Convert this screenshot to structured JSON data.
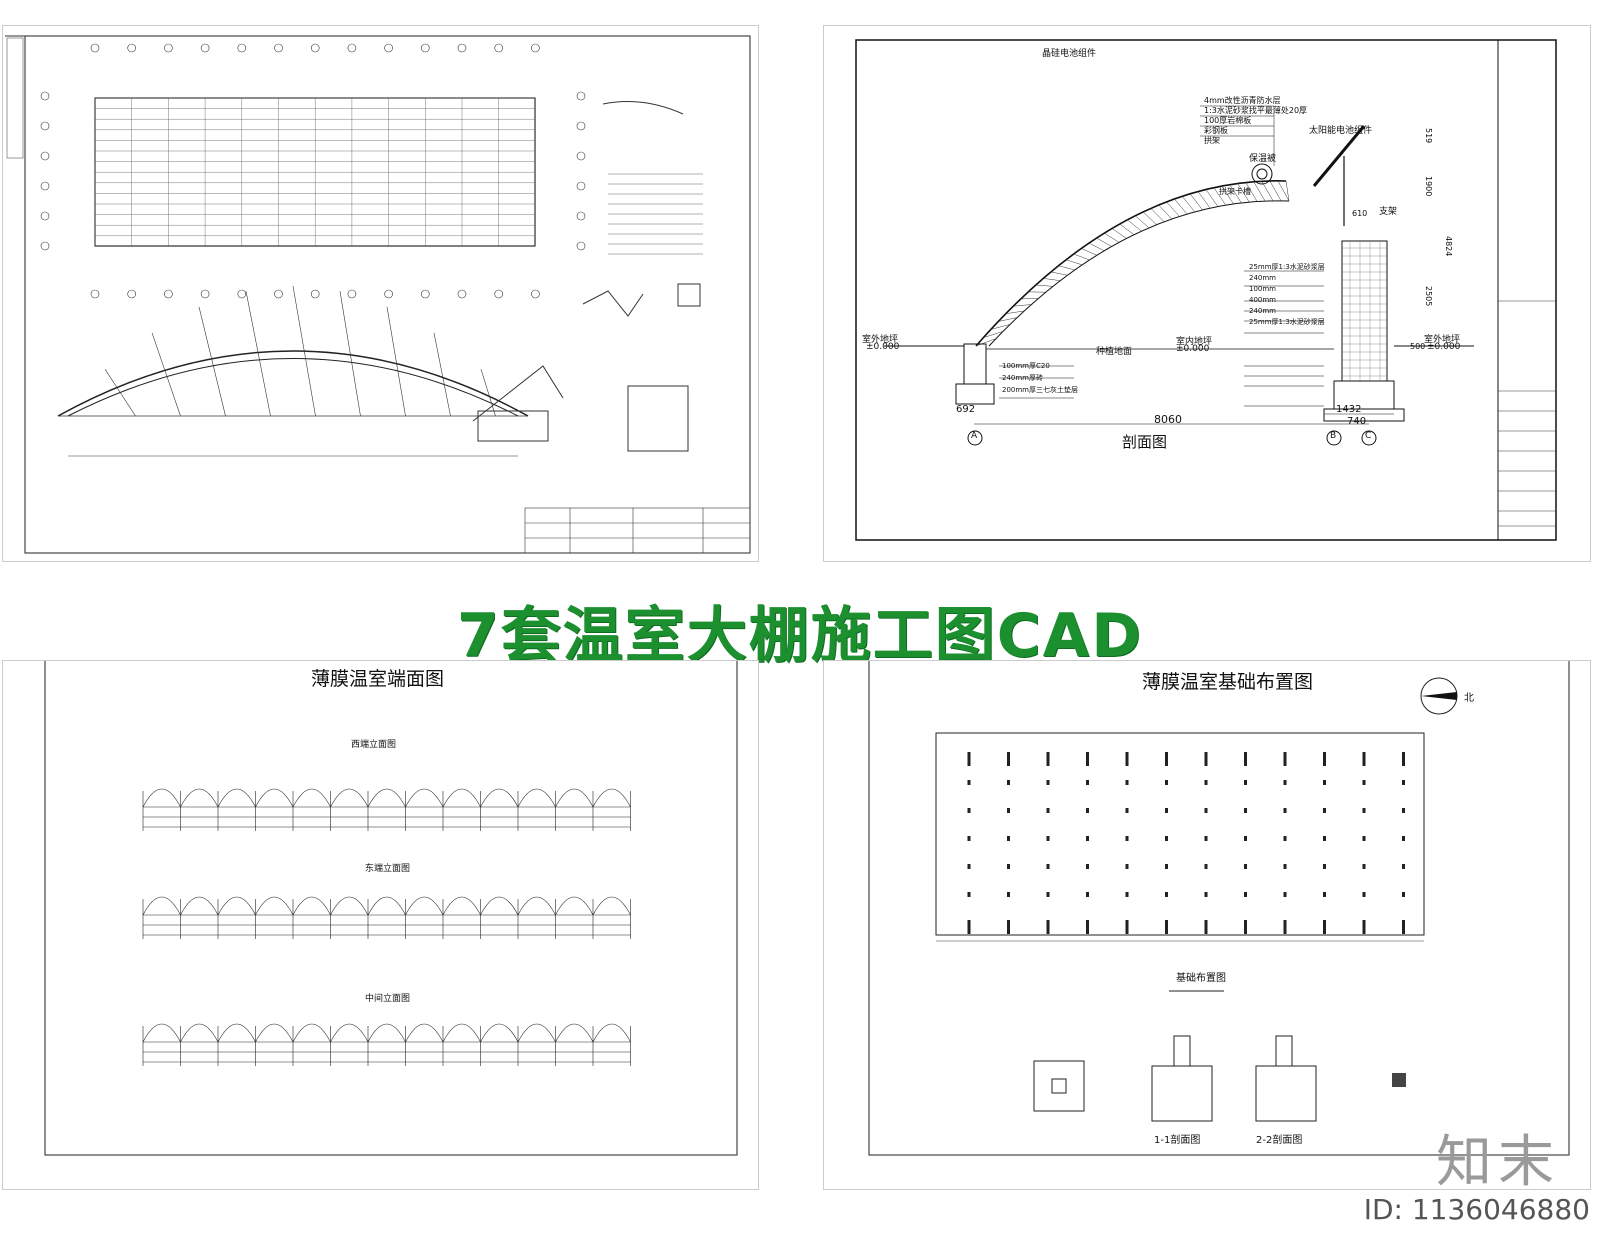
{
  "headline": "7套温室大棚施工图CAD",
  "panel_top_right": {
    "title": "剖面图",
    "top_label": "晶硅电池组件",
    "layers": [
      "4mm改性沥青防水层",
      "1:3水泥砂浆找平最薄处20厚",
      "100厚岩棉板",
      "彩钢板",
      "拱架"
    ],
    "labels": {
      "insulation_quilt": "保温被",
      "solar": "太阳能电池组件",
      "support": "支架",
      "film_roll": "拱架卡槽",
      "outdoor_left": "室外地坪",
      "outdoor_right": "室外地坪",
      "indoor": "室内地坪",
      "planting": "种植地面",
      "zero_left": "±0.000",
      "zero_right": "±0.000",
      "zero_mid": "±0.000"
    },
    "dims": {
      "span": "8060",
      "left_base": "692",
      "right_base": "1432",
      "right_wall": "740",
      "d610": "610",
      "d500": "500",
      "d1900": "1900",
      "d519": "519",
      "d2505": "2505",
      "d4824": "4824"
    },
    "wall_layers": [
      "25mm厚1:3水泥砂浆层",
      "240mm",
      "100mm",
      "400mm",
      "240mm",
      "25mm厚1:3水泥砂浆层"
    ],
    "foundation_layers": [
      "100mm厚C20",
      "240mm厚砖",
      "200mm厚三七灰土垫层"
    ],
    "axes": [
      "A",
      "B",
      "C"
    ]
  },
  "panel_bottom_left": {
    "title": "薄膜温室端面图",
    "sub1": "西端立面图",
    "sub2": "东端立面图",
    "sub3": "中间立面图"
  },
  "panel_bottom_right": {
    "title": "薄膜温室基础布置图",
    "north": "北",
    "plan_label": "基础布置图",
    "section1": "1-1剖面图",
    "section2": "2-2剖面图"
  },
  "brand": "知末",
  "id_label": "ID: 1136046880"
}
